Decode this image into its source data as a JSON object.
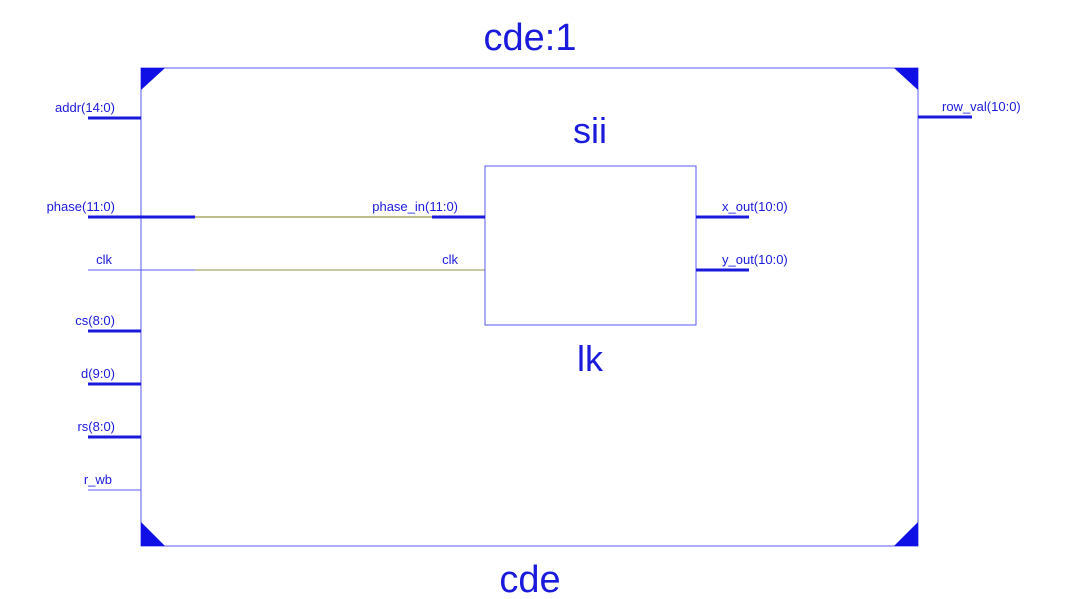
{
  "outer": {
    "title": "cde:1",
    "name": "cde",
    "inputs": [
      "addr(14:0)",
      "phase(11:0)",
      "clk",
      "cs(8:0)",
      "d(9:0)",
      "rs(8:0)",
      "r_wb"
    ],
    "outputs": [
      "row_val(10:0)"
    ]
  },
  "inner": {
    "title": "sii",
    "name": "lk",
    "inputs": [
      "phase_in(11:0)",
      "clk"
    ],
    "outputs": [
      "x_out(10:0)",
      "y_out(10:0)"
    ]
  },
  "colors": {
    "line": "#1a1adc",
    "wire": "#a8a86a",
    "corner": "#1010e6",
    "border": "#4d4dff"
  }
}
